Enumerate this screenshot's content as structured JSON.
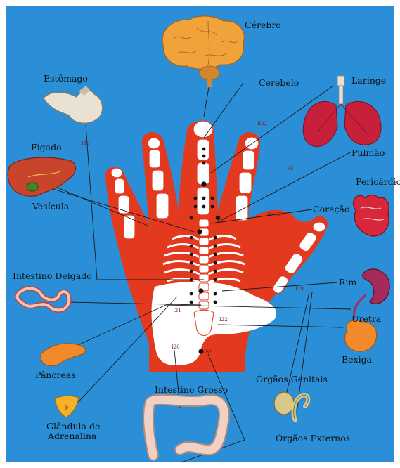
{
  "colors": {
    "background": "#2a8fd6",
    "hand": "#e33a1f",
    "bone": "#ffffff",
    "brain": "#f0a33a",
    "lung": "#c7203a",
    "organ_red": "#d8263a",
    "liver": "#c8452b",
    "gallbladder": "#3a8a2a",
    "stomach": "#e9e2d2",
    "pancreas": "#f08a2a",
    "adrenal": "#f2b32a",
    "kidney": "#a62a5a",
    "bladder": "#f08a2a",
    "intestine": "#f0c4b4",
    "genital": "#d8c88a"
  },
  "labels": {
    "cerebro": "Cérebro",
    "cerebelo": "Cerebelo",
    "estomago": "Estômago",
    "laringe": "Laringe",
    "figado": "Fígado",
    "pulmao": "Pulmão",
    "vesicula": "Vesícula",
    "pericardio": "Pericárdio",
    "coracao": "Coração",
    "intestino_delgado": "Intestino Delgado",
    "rim": "Rim",
    "uretra": "Uretra",
    "pancreas": "Pâncreas",
    "bexiga": "Bexiga",
    "orgaos_genitais": "Órgãos Genitais",
    "intestino_grosso": "Intestino Grosso",
    "glandula_line1": "Glândula de",
    "glandula_line2": "Adrenalina",
    "orgaos_externos": "Órgãos Externos"
  },
  "point_codes": {
    "i15": "I15",
    "e22": "E22",
    "e5": "E5",
    "h1_h2": "H1 H2",
    "i19": "I19",
    "i21": "I21",
    "i22": "I22",
    "i20": "I20",
    "b1": "B1"
  },
  "icons": {
    "brain": "brain-icon",
    "stomach": "stomach-icon",
    "lungs": "lungs-icon",
    "liver": "liver-icon",
    "heart": "heart-icon",
    "small_intestine": "small-intestine-icon",
    "kidney": "kidney-icon",
    "bladder": "bladder-icon",
    "pancreas": "pancreas-icon",
    "adrenal": "adrenal-gland-icon",
    "large_intestine": "large-intestine-icon",
    "genitals": "genitals-icon"
  }
}
